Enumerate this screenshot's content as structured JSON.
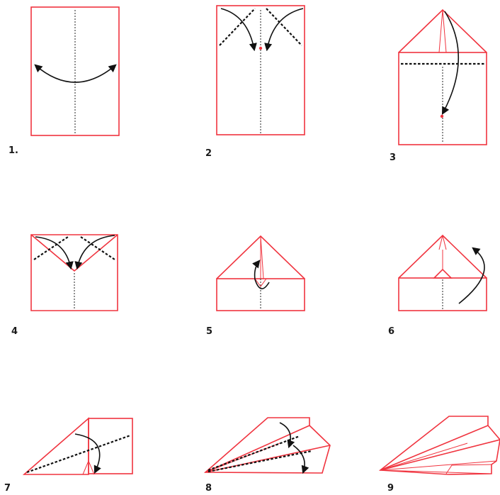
{
  "steps": [
    {
      "label": "1."
    },
    {
      "label": "2"
    },
    {
      "label": "3"
    },
    {
      "label": "4"
    },
    {
      "label": "5"
    },
    {
      "label": "6"
    },
    {
      "label": "7"
    },
    {
      "label": "8"
    },
    {
      "label": "9"
    }
  ],
  "colors": {
    "paper_edge": "#f0343f",
    "fold_guide": "#111111",
    "arrow": "#111111",
    "background": "#ffffff"
  },
  "icons": {
    "fold_arrow": "curved-arrow-icon",
    "double_arrow": "double-headed-arrow-icon"
  }
}
